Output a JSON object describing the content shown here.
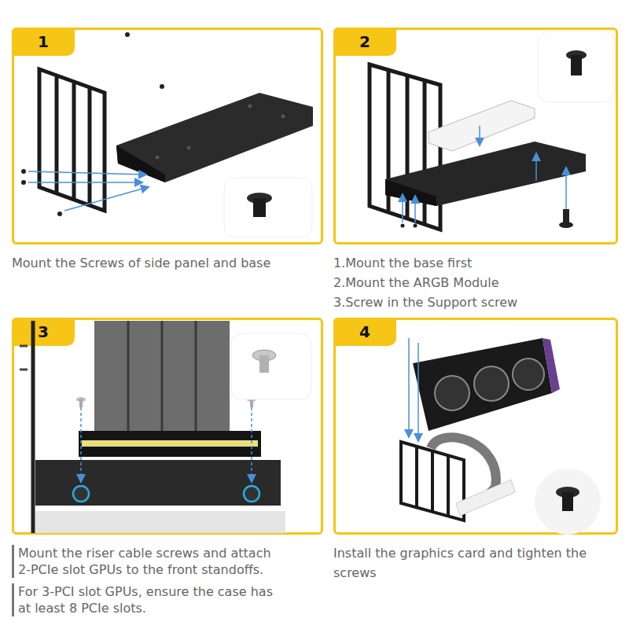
{
  "diagram": {
    "nodes": [
      {
        "text": [
          "1",
          "Mount the Screws of side panel and base"
        ]
      },
      {
        "text": [
          "2",
          "1.Mount the base first",
          "2.Mount the ARGB Module",
          "3.Screw in the Support screw"
        ]
      },
      {
        "text": [
          "3",
          "Mount the riser cable screws and attach 2-PCIe slot GPUs to the front standoffs.",
          "For 3-PCI slot GPUs, ensure the case has at least 8 PCIe slots."
        ]
      },
      {
        "text": [
          "4",
          "Install the graphics card and tighten the screws"
        ]
      }
    ]
  }
}
